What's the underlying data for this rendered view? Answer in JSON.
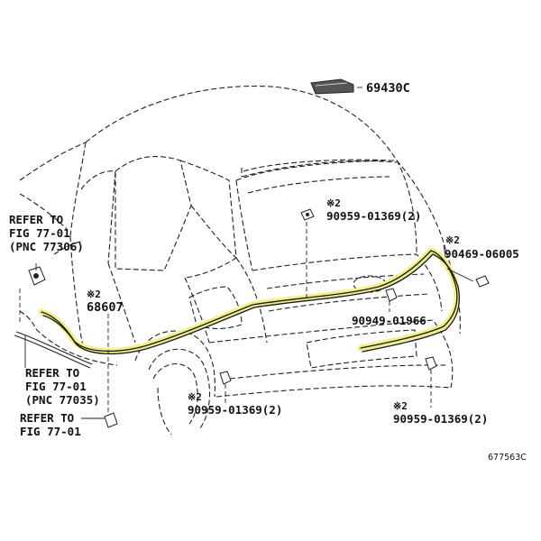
{
  "colors": {
    "highlight": "#f2ef8a",
    "line": "#222222"
  },
  "labels": {
    "nozzle_part": "69430C",
    "clip_top": "90959-01369(2)",
    "clip_top_mark": "※2",
    "clip_right_upper": "90469-06005",
    "clip_right_upper_mark": "※2",
    "clip_mid": "90949-01966",
    "hose_part": "68607",
    "hose_part_mark": "※2",
    "refer_1_line1": "REFER TO",
    "refer_1_line2": "FIG 77-01",
    "refer_1_line3": "(PNC 77306)",
    "refer_2_line1": "REFER TO",
    "refer_2_line2": "FIG 77-01",
    "refer_2_line3": "(PNC 77035)",
    "refer_3_line1": "REFER TO",
    "refer_3_line2": "FIG 77-01",
    "clip_bottom_left": "90959-01369(2)",
    "clip_bottom_left_mark": "※2",
    "clip_bottom_right": "90959-01369(2)",
    "clip_bottom_right_mark": "※2",
    "figure_id": "677563C"
  }
}
